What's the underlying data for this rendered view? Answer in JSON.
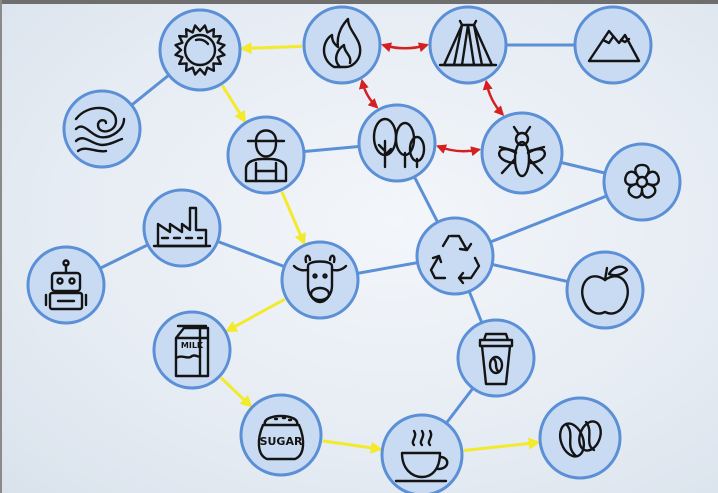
{
  "colors": {
    "node_fill": "#c9dbf3",
    "node_stroke": "#5b8fd6",
    "link": "#5b8fd6",
    "flow_arrow": "#f2ea2a",
    "exchange_arrow": "#d42020"
  },
  "nodes": [
    {
      "id": "sun",
      "icon": "sun-icon"
    },
    {
      "id": "fire",
      "icon": "fire-icon"
    },
    {
      "id": "tent",
      "icon": "tent-icon"
    },
    {
      "id": "mountain",
      "icon": "mountain-icon"
    },
    {
      "id": "wind",
      "icon": "wind-icon"
    },
    {
      "id": "farmer",
      "icon": "farmer-icon"
    },
    {
      "id": "trees",
      "icon": "trees-icon"
    },
    {
      "id": "fly",
      "icon": "fly-icon"
    },
    {
      "id": "flower",
      "icon": "flower-icon"
    },
    {
      "id": "factory",
      "icon": "factory-icon"
    },
    {
      "id": "robot",
      "icon": "robot-icon"
    },
    {
      "id": "cow",
      "icon": "cow-icon"
    },
    {
      "id": "recycle",
      "icon": "recycle-icon"
    },
    {
      "id": "apple",
      "icon": "apple-icon"
    },
    {
      "id": "milk",
      "icon": "milk-carton-icon",
      "label": "MILK"
    },
    {
      "id": "coffee_cup",
      "icon": "takeaway-coffee-icon"
    },
    {
      "id": "sugar",
      "icon": "sugar-sack-icon",
      "label": "SUGAR"
    },
    {
      "id": "coffee",
      "icon": "coffee-cup-icon"
    },
    {
      "id": "beans",
      "icon": "coffee-beans-icon"
    }
  ],
  "links": [
    [
      "sun",
      "wind"
    ],
    [
      "farmer",
      "trees"
    ],
    [
      "tent",
      "mountain"
    ],
    [
      "fly",
      "flower"
    ],
    [
      "trees",
      "recycle"
    ],
    [
      "recycle",
      "flower"
    ],
    [
      "factory",
      "robot"
    ],
    [
      "factory",
      "cow"
    ],
    [
      "cow",
      "recycle"
    ],
    [
      "recycle",
      "apple"
    ],
    [
      "recycle",
      "coffee_cup"
    ],
    [
      "coffee_cup",
      "coffee"
    ]
  ],
  "flow_arrows": [
    [
      "fire",
      "sun"
    ],
    [
      "sun",
      "farmer"
    ],
    [
      "farmer",
      "cow"
    ],
    [
      "cow",
      "milk"
    ],
    [
      "milk",
      "sugar"
    ],
    [
      "sugar",
      "coffee"
    ],
    [
      "coffee",
      "beans"
    ]
  ],
  "exchange_arrows": [
    [
      "fire",
      "tent"
    ],
    [
      "fire",
      "trees"
    ],
    [
      "tent",
      "fly"
    ],
    [
      "trees",
      "fly"
    ]
  ]
}
